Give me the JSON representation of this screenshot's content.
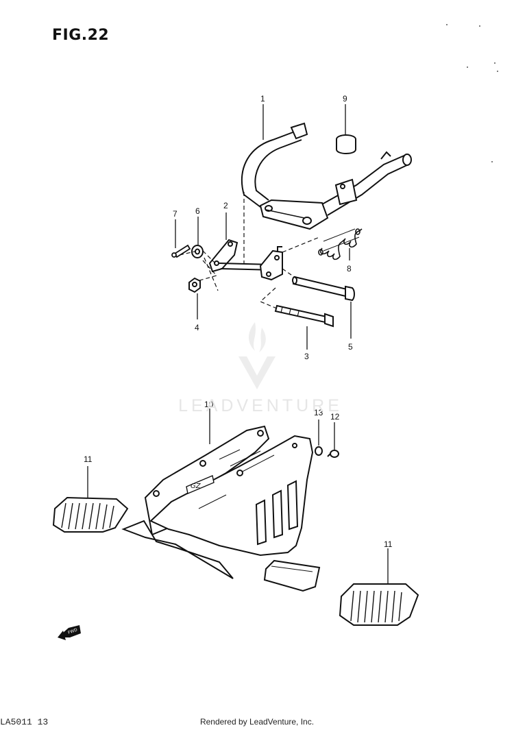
{
  "figure": {
    "title": "FIG.22"
  },
  "watermark": {
    "text": "LEADVENTURE"
  },
  "footer": {
    "code": "LA5011 13",
    "rendered_by": "Rendered by LeadVenture, Inc."
  },
  "callouts": {
    "c1": "1",
    "c2": "2",
    "c3": "3",
    "c4": "4",
    "c5": "5",
    "c6": "6",
    "c7": "7",
    "c8": "8",
    "c9": "9",
    "c10": "10",
    "c11a": "11",
    "c11b": "11",
    "c12": "12",
    "c13": "13"
  },
  "icons": {
    "fwd_arrow": "fwd-arrow-icon",
    "watermark_logo": "leadventure-logo-icon"
  },
  "colors": {
    "ink": "#111111",
    "watermark": "#e6e6e6"
  }
}
